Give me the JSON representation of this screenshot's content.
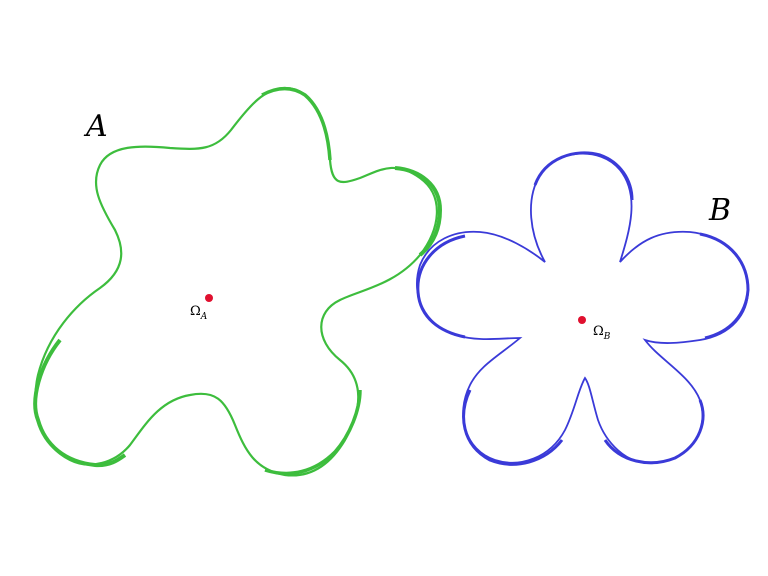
{
  "shape_a": {
    "label": "A",
    "color": "#3dbd3d",
    "center_symbol": "Ω",
    "center_subscript": "A",
    "center_color": "#e0102f"
  },
  "shape_b": {
    "label": "B",
    "color": "#3a3ad8",
    "center_symbol": "Ω",
    "center_subscript": "B",
    "center_color": "#e0102f"
  }
}
